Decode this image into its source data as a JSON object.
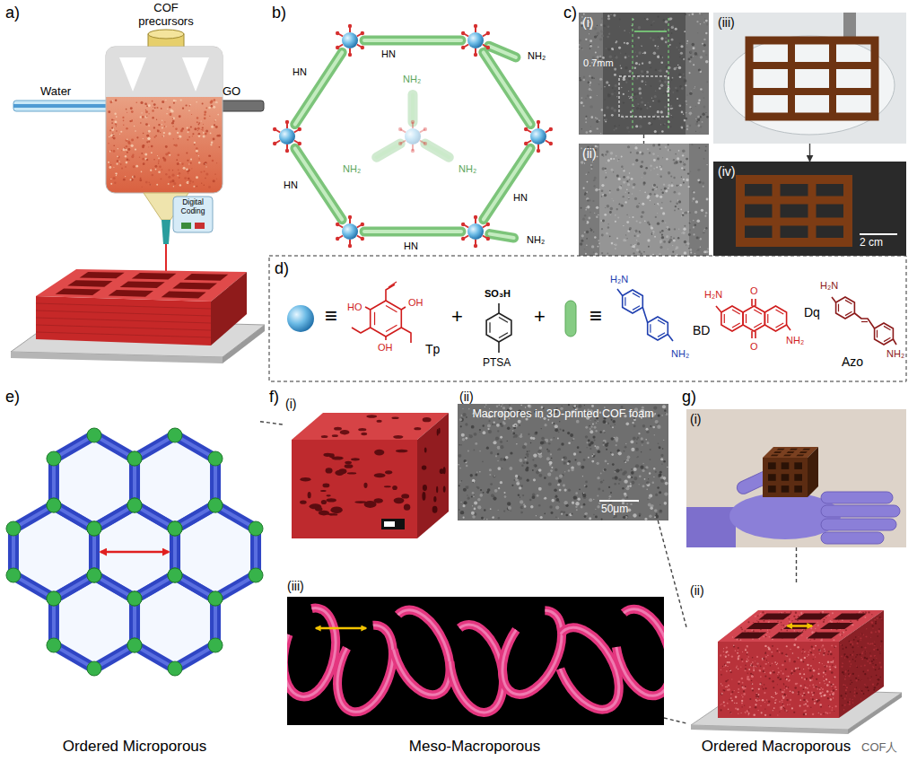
{
  "diagram": {
    "nodes": [
      {
        "text": [
          "(i)",
          "0.7mm"
        ]
      },
      {
        "text": [
          "(ii)"
        ]
      },
      {
        "text": [
          "(iii)"
        ]
      },
      {
        "text": [
          "(iv)",
          "2 cm"
        ]
      },
      {
        "text": [
          "Ordered Microporous"
        ]
      },
      {
        "text": [
          "(i)"
        ]
      },
      {
        "text": [
          "(ii)",
          "Macropores in 3D-printed COF foam",
          "50μm"
        ]
      },
      {
        "text": [
          "(iii)",
          "Meso-Macroporous"
        ]
      },
      {
        "text": [
          "(i)"
        ]
      },
      {
        "text": [
          "(ii)",
          "Ordered Macroporous"
        ]
      }
    ],
    "edges": [
      {
        "from": 0,
        "to": 1,
        "arrow": "none"
      },
      {
        "from": 2,
        "to": 3,
        "arrow": "to"
      },
      {
        "from": 4,
        "to": 5,
        "arrow": "none"
      },
      {
        "from": 6,
        "to": 9,
        "arrow": "none"
      },
      {
        "from": 7,
        "to": 9,
        "arrow": "none"
      },
      {
        "from": 8,
        "to": 9,
        "arrow": "none"
      }
    ],
    "labels": [
      "a)",
      "COF precursors",
      "Water",
      "GO",
      "Digital Coding",
      "b)",
      "HN",
      "HN",
      "NH₂",
      "NH₂",
      "HN",
      "NH₂",
      "NH₂",
      "HN",
      "NH₂",
      "HN",
      "c)",
      "d)",
      "≡",
      "HO",
      "OH",
      "OH",
      "Tp",
      "+",
      "SO₃H",
      "PTSA",
      "+",
      "≡",
      "H₂N",
      "NH₂",
      "BD",
      "H₂N",
      "O",
      "O",
      "NH₂",
      "Dq",
      "H₂N",
      "NH₂",
      "Azo",
      "e)",
      "f)",
      "g)",
      "COF人"
    ]
  }
}
